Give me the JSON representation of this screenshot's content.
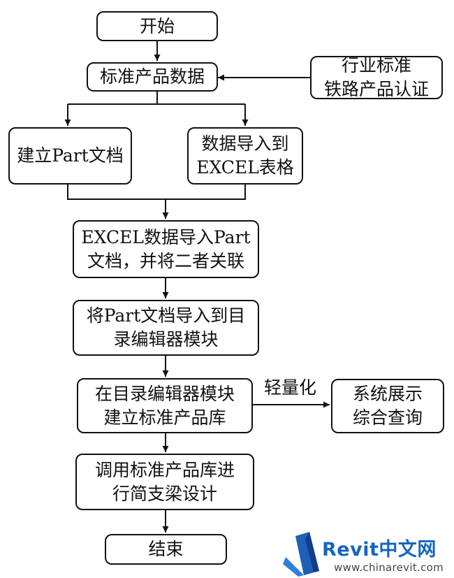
{
  "nodes": {
    "start": "开始",
    "std_data": "标准产品数据",
    "industry_line1": "行业标准",
    "industry_line2": "铁路产品认证",
    "build_part": "建立Part文档",
    "import_excel_line1": "数据导入到",
    "import_excel_line2": "EXCEL表格",
    "excel_to_part_line1": "EXCEL数据导入Part",
    "excel_to_part_line2": "文档，并将二者关联",
    "part_to_editor_line1": "将Part文档导入到目",
    "part_to_editor_line2": "录编辑器模块",
    "build_lib_line1": "在目录编辑器模块",
    "build_lib_line2": "建立标准产品库",
    "display_line1": "系统展示",
    "display_line2": "综合查询",
    "design_line1": "调用标准产品库进",
    "design_line2": "行简支梁设计",
    "end": "结束"
  },
  "edge_labels": {
    "lightweight": "轻量化"
  },
  "watermark": {
    "brand": "Revit中文网",
    "url": "www.chinarevit.com"
  }
}
